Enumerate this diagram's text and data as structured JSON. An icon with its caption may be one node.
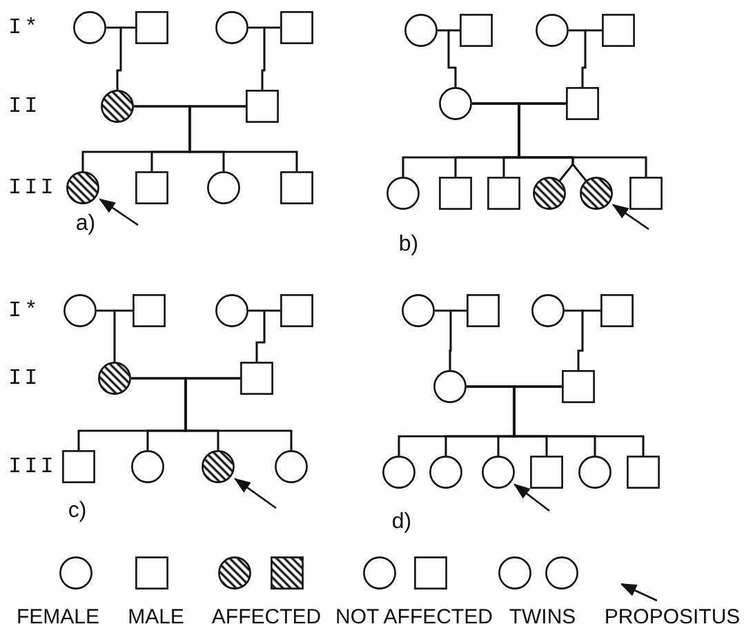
{
  "diagram": {
    "nodes": [
      {
        "text": [],
        "shape": "circle"
      },
      {
        "text": [],
        "shape": "box"
      },
      {
        "text": [],
        "shape": "circle"
      },
      {
        "text": [],
        "shape": "box"
      },
      {
        "text": [],
        "shape": "circle"
      },
      {
        "text": [],
        "shape": "box"
      },
      {
        "text": [],
        "shape": "circle"
      },
      {
        "text": [],
        "shape": "box"
      },
      {
        "text": [],
        "shape": "circle"
      },
      {
        "text": [],
        "shape": "box"
      },
      {
        "text": [],
        "shape": "circle"
      },
      {
        "text": [],
        "shape": "box"
      },
      {
        "text": [],
        "shape": "circle"
      },
      {
        "text": [],
        "shape": "box"
      },
      {
        "text": [],
        "shape": "circle"
      },
      {
        "text": [],
        "shape": "box"
      },
      {
        "text": [],
        "shape": "circle"
      },
      {
        "text": [],
        "shape": "box"
      },
      {
        "text": [],
        "shape": "box"
      },
      {
        "text": [],
        "shape": "circle"
      },
      {
        "text": [],
        "shape": "circle"
      },
      {
        "text": [],
        "shape": "box"
      },
      {
        "text": [],
        "shape": "circle"
      },
      {
        "text": [],
        "shape": "box"
      },
      {
        "text": [],
        "shape": "circle"
      },
      {
        "text": [],
        "shape": "box"
      },
      {
        "text": [],
        "shape": "circle"
      },
      {
        "text": [],
        "shape": "box"
      },
      {
        "text": [],
        "shape": "box"
      },
      {
        "text": [],
        "shape": "circle"
      },
      {
        "text": [],
        "shape": "circle"
      },
      {
        "text": [],
        "shape": "circle"
      },
      {
        "text": [],
        "shape": "circle"
      },
      {
        "text": [],
        "shape": "box"
      },
      {
        "text": [],
        "shape": "circle"
      },
      {
        "text": [],
        "shape": "box"
      },
      {
        "text": [],
        "shape": "circle"
      },
      {
        "text": [],
        "shape": "box"
      },
      {
        "text": [],
        "shape": "circle"
      },
      {
        "text": [],
        "shape": "circle"
      },
      {
        "text": [],
        "shape": "circle"
      },
      {
        "text": [],
        "shape": "box"
      },
      {
        "text": [],
        "shape": "circle"
      },
      {
        "text": [],
        "shape": "box"
      }
    ],
    "edges": [
      {
        "from": 0,
        "to": 1,
        "arrow": "none"
      },
      {
        "from": 0,
        "to": 4,
        "arrow": "none"
      },
      {
        "from": 1,
        "to": 4,
        "arrow": "none"
      },
      {
        "from": 2,
        "to": 3,
        "arrow": "none"
      },
      {
        "from": 2,
        "to": 5,
        "arrow": "none"
      },
      {
        "from": 3,
        "to": 5,
        "arrow": "none"
      },
      {
        "from": 4,
        "to": 5,
        "arrow": "none"
      },
      {
        "from": 4,
        "to": 6,
        "arrow": "none"
      },
      {
        "from": 5,
        "to": 6,
        "arrow": "none"
      },
      {
        "from": 4,
        "to": 7,
        "arrow": "none"
      },
      {
        "from": 5,
        "to": 7,
        "arrow": "none"
      },
      {
        "from": 4,
        "to": 8,
        "arrow": "none"
      },
      {
        "from": 5,
        "to": 8,
        "arrow": "none"
      },
      {
        "from": 4,
        "to": 9,
        "arrow": "none"
      },
      {
        "from": 5,
        "to": 9,
        "arrow": "none"
      },
      {
        "from": null,
        "to": 6,
        "arrow": "to"
      },
      {
        "from": 10,
        "to": 11,
        "arrow": "none"
      },
      {
        "from": 10,
        "to": 14,
        "arrow": "none"
      },
      {
        "from": 11,
        "to": 14,
        "arrow": "none"
      },
      {
        "from": 12,
        "to": 13,
        "arrow": "none"
      },
      {
        "from": 12,
        "to": 15,
        "arrow": "none"
      },
      {
        "from": 13,
        "to": 15,
        "arrow": "none"
      },
      {
        "from": 14,
        "to": 15,
        "arrow": "none"
      },
      {
        "from": 14,
        "to": 16,
        "arrow": "none"
      },
      {
        "from": 15,
        "to": 16,
        "arrow": "none"
      },
      {
        "from": 14,
        "to": 17,
        "arrow": "none"
      },
      {
        "from": 15,
        "to": 17,
        "arrow": "none"
      },
      {
        "from": 14,
        "to": 18,
        "arrow": "none"
      },
      {
        "from": 15,
        "to": 18,
        "arrow": "none"
      },
      {
        "from": 14,
        "to": 19,
        "arrow": "none"
      },
      {
        "from": 15,
        "to": 19,
        "arrow": "none"
      },
      {
        "from": 14,
        "to": 20,
        "arrow": "none"
      },
      {
        "from": 15,
        "to": 20,
        "arrow": "none"
      },
      {
        "from": 14,
        "to": 21,
        "arrow": "none"
      },
      {
        "from": 15,
        "to": 21,
        "arrow": "none"
      },
      {
        "from": null,
        "to": 20,
        "arrow": "to"
      },
      {
        "from": 22,
        "to": 23,
        "arrow": "none"
      },
      {
        "from": 22,
        "to": 26,
        "arrow": "none"
      },
      {
        "from": 23,
        "to": 26,
        "arrow": "none"
      },
      {
        "from": 24,
        "to": 25,
        "arrow": "none"
      },
      {
        "from": 24,
        "to": 27,
        "arrow": "none"
      },
      {
        "from": 25,
        "to": 27,
        "arrow": "none"
      },
      {
        "from": 26,
        "to": 27,
        "arrow": "none"
      },
      {
        "from": 26,
        "to": 28,
        "arrow": "none"
      },
      {
        "from": 27,
        "to": 28,
        "arrow": "none"
      },
      {
        "from": 26,
        "to": 29,
        "arrow": "none"
      },
      {
        "from": 27,
        "to": 29,
        "arrow": "none"
      },
      {
        "from": 26,
        "to": 30,
        "arrow": "none"
      },
      {
        "from": 27,
        "to": 30,
        "arrow": "none"
      },
      {
        "from": 26,
        "to": 31,
        "arrow": "none"
      },
      {
        "from": 27,
        "to": 31,
        "arrow": "none"
      },
      {
        "from": null,
        "to": 30,
        "arrow": "to"
      },
      {
        "from": 32,
        "to": 33,
        "arrow": "none"
      },
      {
        "from": 32,
        "to": 36,
        "arrow": "none"
      },
      {
        "from": 33,
        "to": 36,
        "arrow": "none"
      },
      {
        "from": 34,
        "to": 35,
        "arrow": "none"
      },
      {
        "from": 34,
        "to": 37,
        "arrow": "none"
      },
      {
        "from": 35,
        "to": 37,
        "arrow": "none"
      },
      {
        "from": 36,
        "to": 37,
        "arrow": "none"
      },
      {
        "from": 36,
        "to": 38,
        "arrow": "none"
      },
      {
        "from": 37,
        "to": 38,
        "arrow": "none"
      },
      {
        "from": 36,
        "to": 39,
        "arrow": "none"
      },
      {
        "from": 37,
        "to": 39,
        "arrow": "none"
      },
      {
        "from": 36,
        "to": 40,
        "arrow": "none"
      },
      {
        "from": 37,
        "to": 40,
        "arrow": "none"
      },
      {
        "from": 36,
        "to": 41,
        "arrow": "none"
      },
      {
        "from": 37,
        "to": 41,
        "arrow": "none"
      },
      {
        "from": 36,
        "to": 42,
        "arrow": "none"
      },
      {
        "from": 37,
        "to": 42,
        "arrow": "none"
      },
      {
        "from": 36,
        "to": 43,
        "arrow": "none"
      },
      {
        "from": 37,
        "to": 43,
        "arrow": "none"
      },
      {
        "from": null,
        "to": 40,
        "arrow": "to"
      }
    ],
    "labels": [
      "I*",
      "II",
      "III",
      "a)",
      "b)",
      "I*",
      "II",
      "III",
      "c)",
      "d)"
    ],
    "legend": [
      {
        "text": "FEMALE"
      },
      {
        "text": "MALE"
      },
      {
        "text": "AFFECTED"
      },
      {
        "text": "NOT AFFECTED"
      },
      {
        "text": "TWINS"
      },
      {
        "text": "PROPOSITUS"
      }
    ]
  }
}
